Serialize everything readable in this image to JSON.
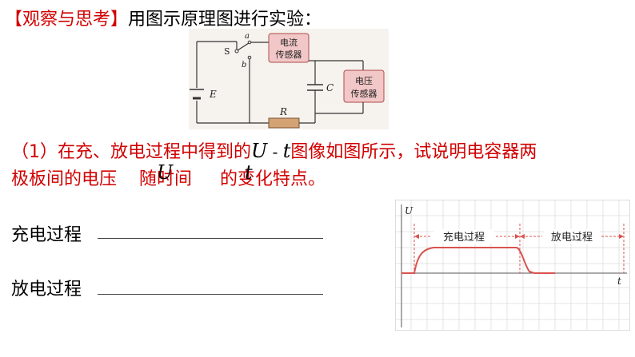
{
  "heading": {
    "tag": "【观察与思考】",
    "text": "用图示原理图进行实验："
  },
  "circuit": {
    "switch_label": "S",
    "contact_a": "a",
    "contact_b": "b",
    "source_label": "E",
    "capacitor_label": "C",
    "resistor_label": "R",
    "current_sensor_line1": "电流",
    "current_sensor_line2": "传感器",
    "voltage_sensor_line1": "电压",
    "voltage_sensor_line2": "传感器",
    "colors": {
      "sensor_fill": "#f2c7c7",
      "sensor_border": "#b04a4a",
      "resistor_fill": "#d4a373",
      "bg": "#f6f3ef"
    }
  },
  "question": {
    "part1": "（1）在充、放电过程中得到的",
    "math_U": "U",
    "math_dash": " - ",
    "math_t": "t",
    "part2": "图像如图所示，试说明电容器两",
    "line2_a": "极板间的电压",
    "line2_b": "随时间",
    "line2_c": "的变化特点。",
    "overlay_U": "U",
    "overlay_t": "t"
  },
  "answers": [
    {
      "label": "充电过程",
      "value": ""
    },
    {
      "label": "放电过程",
      "value": ""
    }
  ],
  "graph": {
    "y_axis": "U",
    "x_axis": "t",
    "charge_label": "充电过程",
    "discharge_label": "放电过程",
    "curve_color": "#d9534f",
    "grid_color": "#dddddd"
  }
}
